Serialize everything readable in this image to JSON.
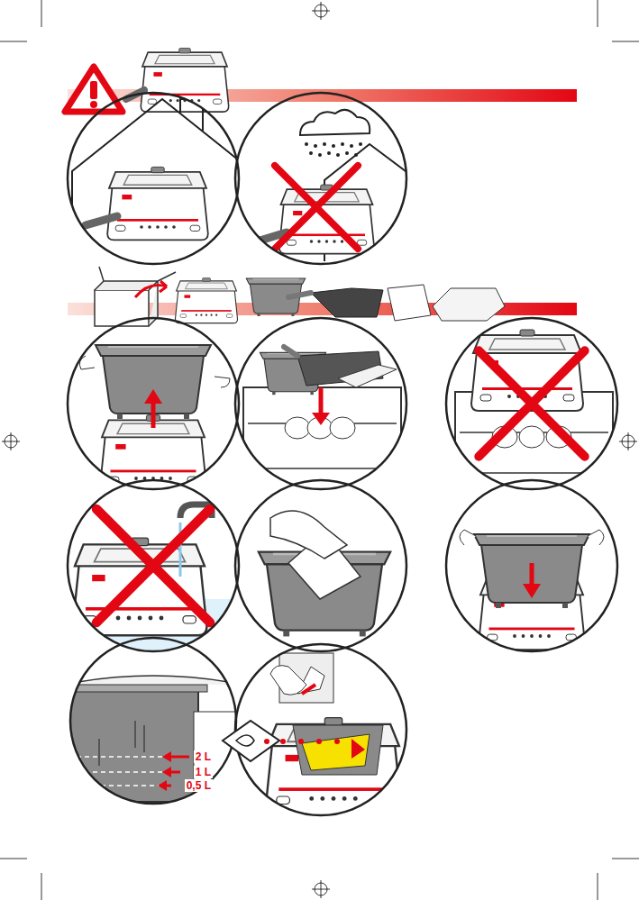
{
  "diagram": {
    "labels": [
      "2 L",
      "1 L",
      "0,5 L"
    ]
  }
}
